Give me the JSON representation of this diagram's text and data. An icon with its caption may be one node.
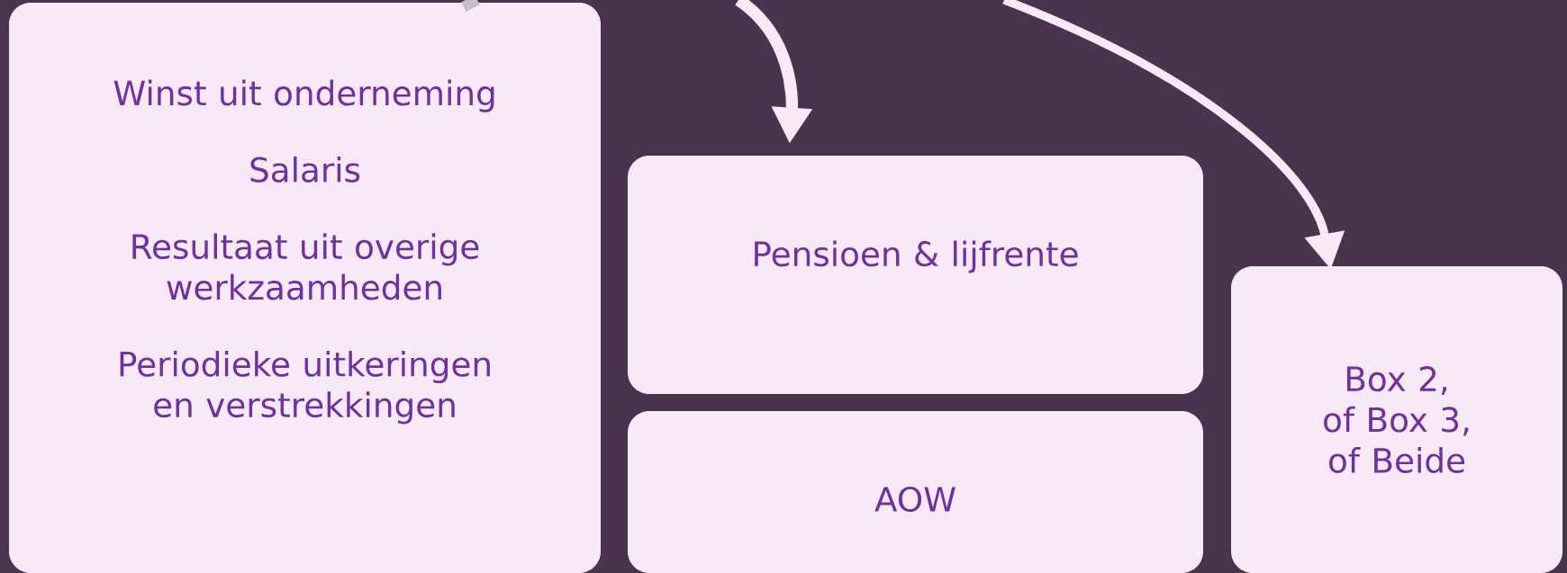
{
  "diagram": {
    "nodes": [
      {
        "text": [
          "Winst uit onderneming",
          "Salaris",
          "Resultaat uit overige werkzaamheden",
          "Periodieke uitkeringen en verstrekkingen"
        ]
      },
      {
        "text": [
          "Pensioen & lijfrente"
        ]
      },
      {
        "text": [
          "AOW"
        ]
      },
      {
        "text": [
          "Box 2, of Box 3, of Beide"
        ]
      }
    ],
    "edges": [
      {
        "from": null,
        "to": 0,
        "arrow": "none",
        "color": "#c9bcc9"
      },
      {
        "from": null,
        "to": 1,
        "arrow": "to"
      },
      {
        "from": null,
        "to": 3,
        "arrow": "to"
      }
    ]
  }
}
